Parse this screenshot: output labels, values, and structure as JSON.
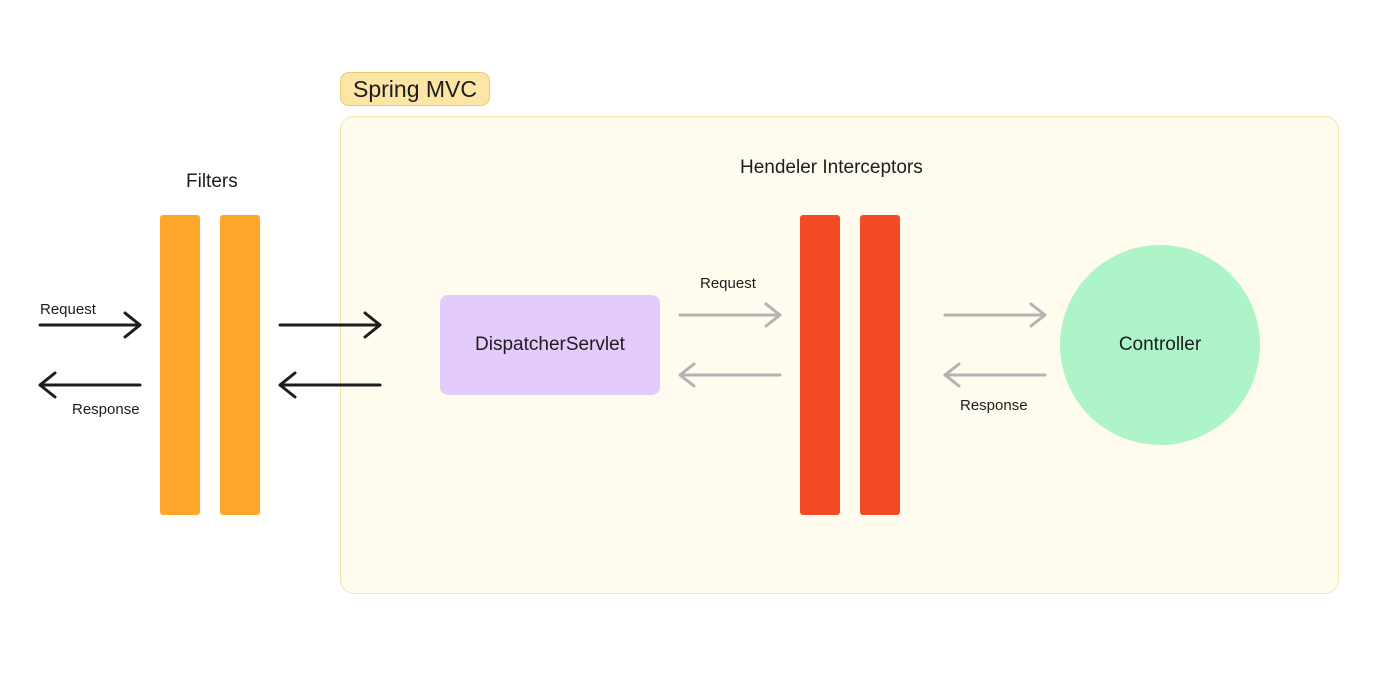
{
  "container": {
    "label": "Spring MVC",
    "fill": "#fffcef",
    "border": "#f8e4a6",
    "tag_fill": "#fde5a6"
  },
  "filters": {
    "title": "Filters",
    "color": "#ffa72a"
  },
  "interceptors": {
    "title": "Hendeler Interceptors",
    "color": "#f34a25"
  },
  "nodes": {
    "dispatcher": {
      "label": "DispatcherServlet",
      "color": "#e3ccfb"
    },
    "controller": {
      "label": "Controller",
      "color": "#adf4c8"
    }
  },
  "labels": {
    "client_request": "Request",
    "client_response": "Response",
    "dispatcher_request": "Request",
    "controller_response": "Response"
  },
  "arrow_colors": {
    "outer": "#1d1d1d",
    "inner": "#b3b3b3"
  }
}
